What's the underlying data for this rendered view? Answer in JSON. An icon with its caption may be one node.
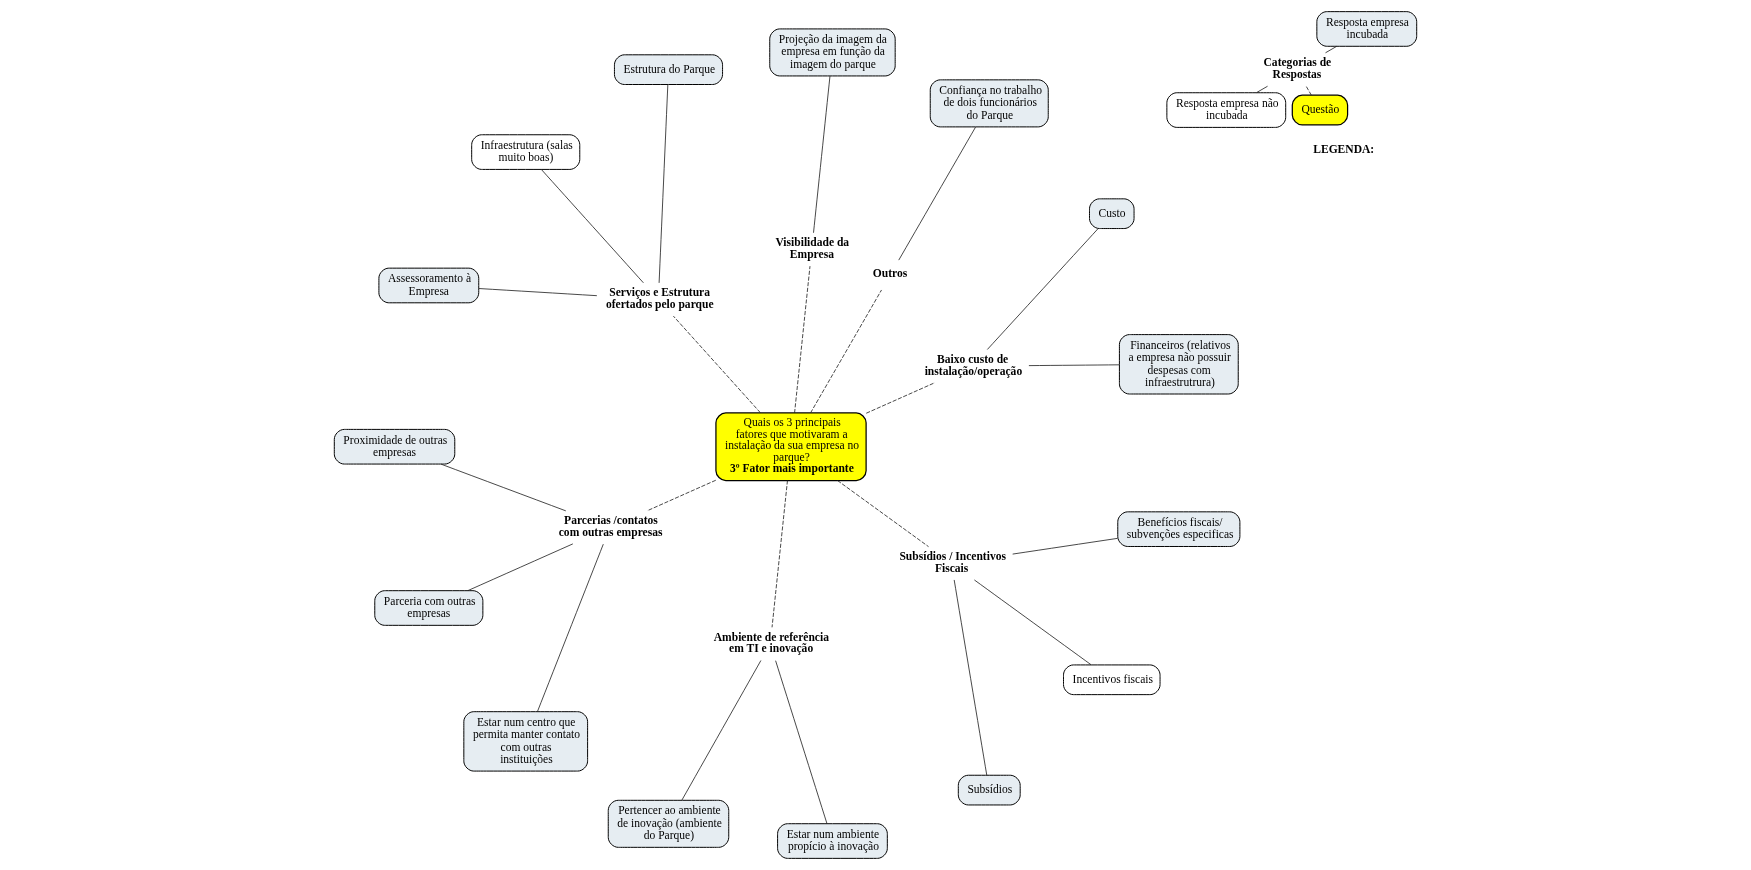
{
  "diagram": {
    "nodes": [
      {
        "text": [
          "Quais os 3 principais fatores que motivaram a instalação da sua empresa no parque?",
          "3º Fator mais importante"
        ]
      },
      {
        "text": [
          "Baixo custo de instalação/operação"
        ]
      },
      {
        "text": [
          "Financeiros (relativos a empresa não possuir despesas com infraestrutrura)"
        ]
      },
      {
        "text": [
          "Custo"
        ]
      },
      {
        "text": [
          "Outros"
        ]
      },
      {
        "text": [
          "Confiança no trabalho de dois funcionários do Parque"
        ]
      },
      {
        "text": [
          "Visibilidade da Empresa"
        ]
      },
      {
        "text": [
          "Projeção da imagem da empresa em função da imagem do parque"
        ]
      },
      {
        "text": [
          "Serviços e Estrutura ofertados pelo parque"
        ]
      },
      {
        "text": [
          "Estrutura do Parque"
        ]
      },
      {
        "text": [
          "Infraestrutura (salas muito boas)"
        ]
      },
      {
        "text": [
          "Assessoramento à Empresa"
        ]
      },
      {
        "text": [
          "Parcerias /contatos com outras empresas"
        ]
      },
      {
        "text": [
          "Proximidade de outras empresas"
        ]
      },
      {
        "text": [
          "Parceria com outras empresas"
        ]
      },
      {
        "text": [
          "Estar num centro que permita manter contato com outras instituições"
        ]
      },
      {
        "text": [
          "Ambiente de referência em TI e inovação"
        ]
      },
      {
        "text": [
          "Pertencer ao ambiente de inovação (ambiente do Parque)"
        ]
      },
      {
        "text": [
          "Estar num ambiente propício à inovação"
        ]
      },
      {
        "text": [
          "Subsídios / Incentivos Fiscais"
        ]
      },
      {
        "text": [
          "Subsídios"
        ]
      },
      {
        "text": [
          "Incentivos fiscais"
        ]
      },
      {
        "text": [
          "Benefícios fiscais/ subvenções especificas"
        ]
      },
      {
        "text": [
          "Questão"
        ]
      },
      {
        "text": [
          "Categorias de Respostas"
        ]
      },
      {
        "text": [
          "Resposta empresa incubada"
        ]
      },
      {
        "text": [
          "Resposta empresa não incubada"
        ]
      }
    ],
    "edges": [
      {
        "from": 0,
        "to": 1,
        "arrow": "none",
        "style": "dashed"
      },
      {
        "from": 1,
        "to": 2,
        "arrow": "none"
      },
      {
        "from": 1,
        "to": 3,
        "arrow": "none"
      },
      {
        "from": 0,
        "to": 4,
        "arrow": "none",
        "style": "dashed"
      },
      {
        "from": 4,
        "to": 5,
        "arrow": "none"
      },
      {
        "from": 0,
        "to": 6,
        "arrow": "none",
        "style": "dashed"
      },
      {
        "from": 6,
        "to": 7,
        "arrow": "none"
      },
      {
        "from": 0,
        "to": 8,
        "arrow": "none",
        "style": "dashed"
      },
      {
        "from": 8,
        "to": 9,
        "arrow": "none"
      },
      {
        "from": 8,
        "to": 10,
        "arrow": "none"
      },
      {
        "from": 8,
        "to": 11,
        "arrow": "none"
      },
      {
        "from": 0,
        "to": 12,
        "arrow": "none",
        "style": "dashed"
      },
      {
        "from": 12,
        "to": 13,
        "arrow": "none"
      },
      {
        "from": 12,
        "to": 14,
        "arrow": "none"
      },
      {
        "from": 12,
        "to": 15,
        "arrow": "none"
      },
      {
        "from": 0,
        "to": 16,
        "arrow": "none",
        "style": "dashed"
      },
      {
        "from": 16,
        "to": 17,
        "arrow": "none"
      },
      {
        "from": 16,
        "to": 18,
        "arrow": "none"
      },
      {
        "from": 0,
        "to": 19,
        "arrow": "none",
        "style": "dashed"
      },
      {
        "from": 19,
        "to": 20,
        "arrow": "none"
      },
      {
        "from": 19,
        "to": 21,
        "arrow": "none"
      },
      {
        "from": 19,
        "to": 22,
        "arrow": "none"
      },
      {
        "from": 23,
        "to": 24,
        "arrow": "none",
        "style": "dashed"
      },
      {
        "from": 24,
        "to": 25,
        "arrow": "none"
      },
      {
        "from": 24,
        "to": 26,
        "arrow": "none"
      }
    ],
    "labels": [
      "LEGENDA:"
    ]
  }
}
